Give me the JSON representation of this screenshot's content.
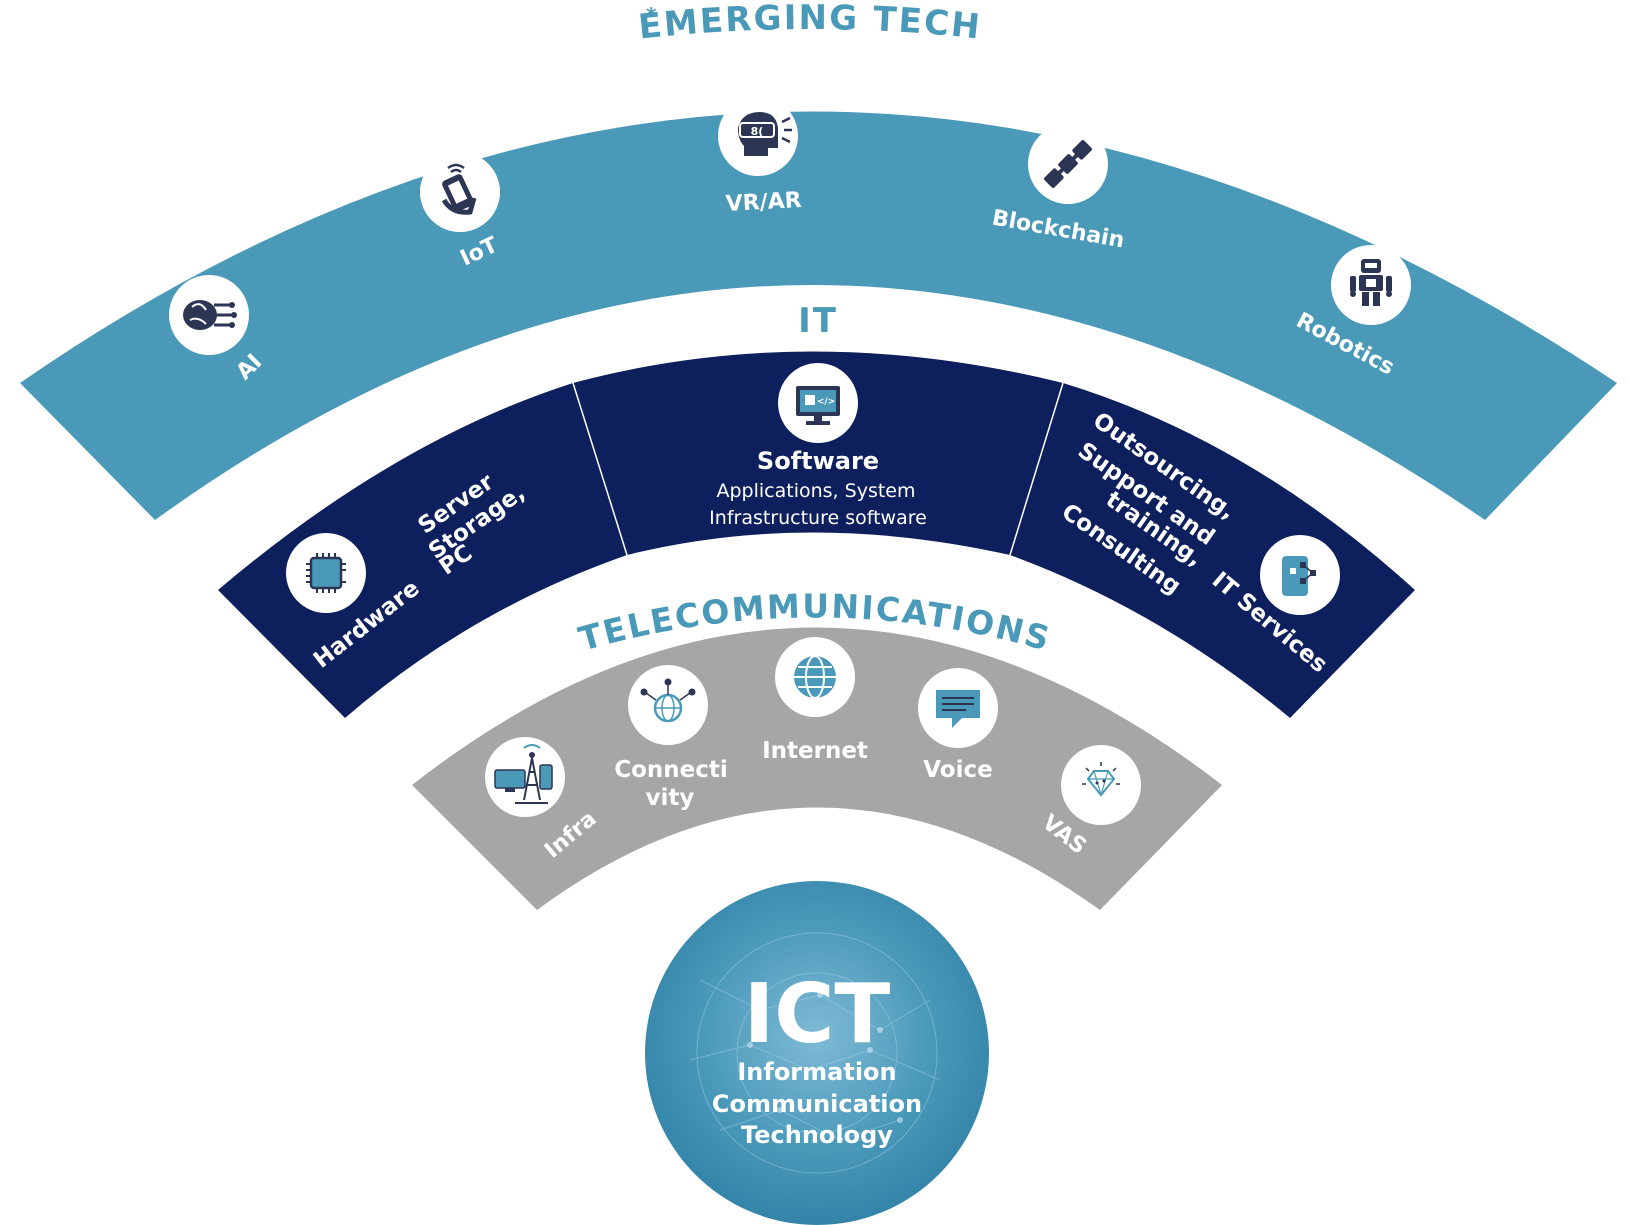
{
  "colors": {
    "emerging": "#4a99b9",
    "it": "#0d1f5c",
    "telecom": "#a6a6a6",
    "icon_dark": "#2c3553",
    "icon_accent": "#4a99b9",
    "core": "#3f8db3",
    "core_light": "#7fbad6"
  },
  "emerging": {
    "star": "*",
    "title": "EMERGING TECH",
    "items": [
      {
        "label": "AI",
        "icon": "brain-circuit-icon"
      },
      {
        "label": "IoT",
        "icon": "hand-phone-icon"
      },
      {
        "label": "VR/AR",
        "icon": "vr-headset-icon"
      },
      {
        "label": "Blockchain",
        "icon": "chain-icon"
      },
      {
        "label": "Robotics",
        "icon": "robot-icon"
      }
    ]
  },
  "it": {
    "title": "IT",
    "hardware": {
      "line1": "Server",
      "line2": "Storage,",
      "line3": "PC",
      "line4": "Hardware",
      "icon": "chip-icon"
    },
    "software": {
      "title": "Software",
      "line1": "Applications, System",
      "line2": "Infrastructure software",
      "icon": "monitor-code-icon"
    },
    "services": {
      "line1": "Outsourcing,",
      "line2": "Support and",
      "line3": "training,",
      "line4": "Consulting",
      "line5": "IT Services",
      "icon": "mobile-network-icon"
    }
  },
  "telecom": {
    "title": "TELECOMMUNICATIONS",
    "items": [
      {
        "label": "Infra",
        "icon": "tower-icon"
      },
      {
        "label": "Connecti",
        "label2": "vity",
        "icon": "connectivity-globe-icon"
      },
      {
        "label": "Internet",
        "icon": "globe-icon"
      },
      {
        "label": "Voice",
        "icon": "chat-bubble-icon"
      },
      {
        "label": "VAS",
        "icon": "diamond-icon"
      }
    ]
  },
  "core": {
    "title": "ICT",
    "line1": "Information",
    "line2": "Communication",
    "line3": "Technology"
  }
}
